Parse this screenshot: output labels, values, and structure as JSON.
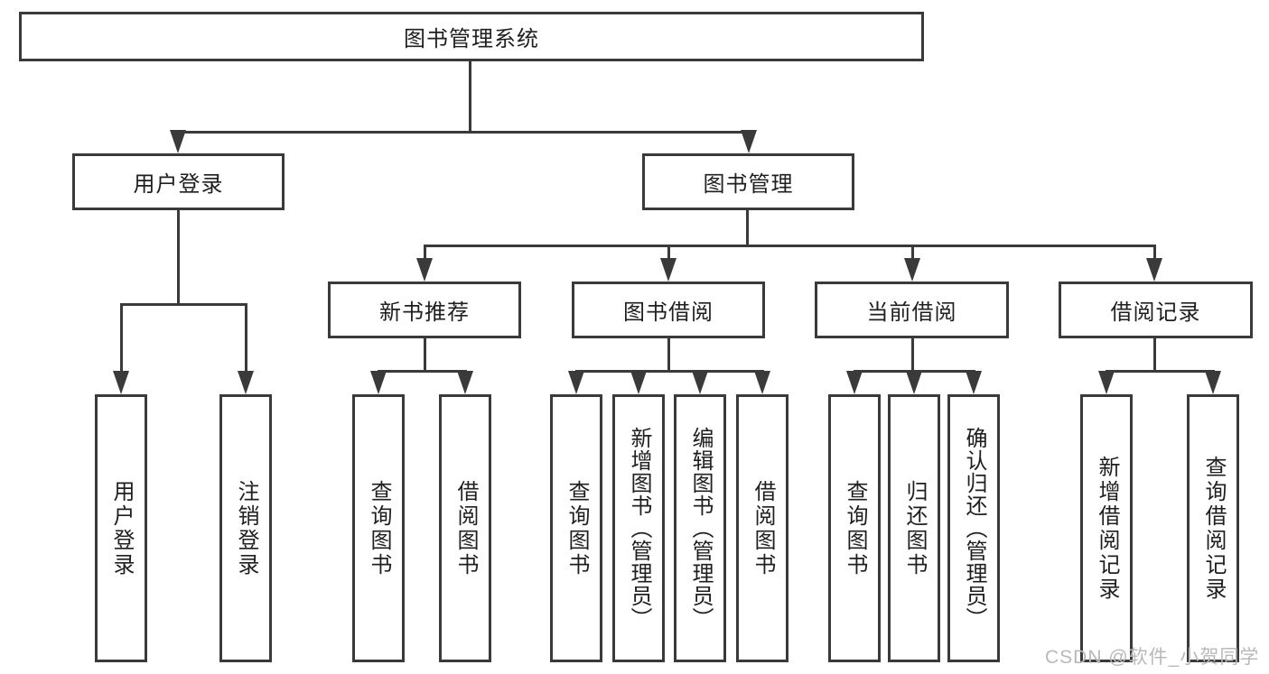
{
  "tree": {
    "root": {
      "label": "图书管理系统",
      "children": [
        {
          "label": "用户登录",
          "children": [
            {
              "label": "用户登录"
            },
            {
              "label": "注销登录"
            }
          ]
        },
        {
          "label": "图书管理",
          "children": [
            {
              "label": "新书推荐",
              "children": [
                {
                  "label": "查询图书"
                },
                {
                  "label": "借阅图书"
                }
              ]
            },
            {
              "label": "图书借阅",
              "children": [
                {
                  "label": "查询图书"
                },
                {
                  "label": "新增图书（管理员）"
                },
                {
                  "label": "编辑图书（管理员）"
                },
                {
                  "label": "借阅图书"
                }
              ]
            },
            {
              "label": "当前借阅",
              "children": [
                {
                  "label": "查询图书"
                },
                {
                  "label": "归还图书"
                },
                {
                  "label": "确认归还（管理员）"
                }
              ]
            },
            {
              "label": "借阅记录",
              "children": [
                {
                  "label": "新增借阅记录"
                },
                {
                  "label": "查询借阅记录"
                }
              ]
            }
          ]
        }
      ]
    }
  },
  "watermark": {
    "text": "CSDN @软件_小贺同学"
  },
  "colors": {
    "line": "#3a3a3a",
    "text": "#1f1f1f",
    "watermark": "#b9b9b9",
    "background": "#ffffff"
  }
}
